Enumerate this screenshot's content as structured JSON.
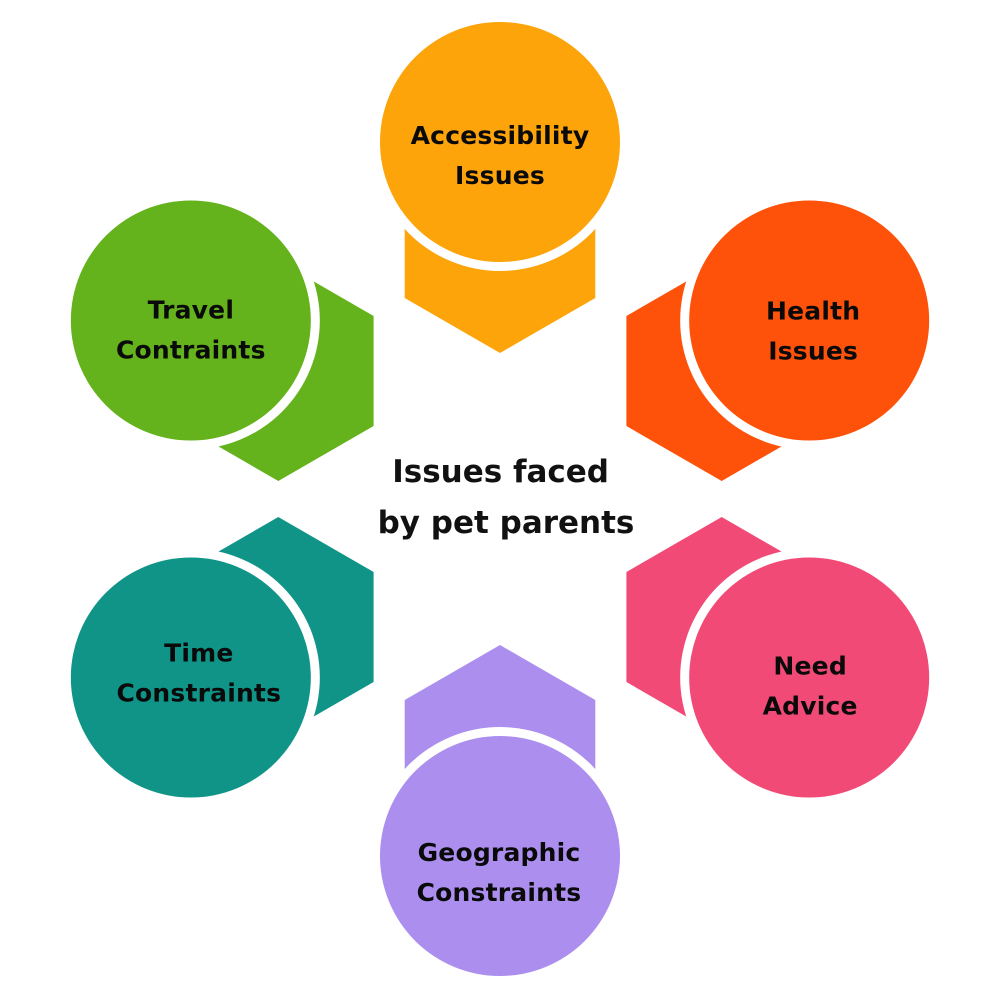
{
  "diagram": {
    "type": "radial-hub",
    "center_title": {
      "lines": [
        "Issues faced",
        "by pet parents"
      ]
    },
    "items": [
      {
        "id": "accessibility",
        "lines": [
          "Accessibility",
          "Issues"
        ],
        "color": "#FCA40A",
        "position": "top"
      },
      {
        "id": "health",
        "lines": [
          "Health",
          "Issues"
        ],
        "color": "#FE520A",
        "position": "top-right"
      },
      {
        "id": "advice",
        "lines": [
          "Need",
          "Advice"
        ],
        "color": "#F24A76",
        "position": "bottom-right"
      },
      {
        "id": "geographic",
        "lines": [
          "Geographic",
          "Constraints"
        ],
        "color": "#AB8EEE",
        "position": "bottom"
      },
      {
        "id": "time",
        "lines": [
          "Time",
          "Constraints"
        ],
        "color": "#109487",
        "position": "bottom-left"
      },
      {
        "id": "travel",
        "lines": [
          "Travel",
          "Contraints"
        ],
        "color": "#64B21C",
        "position": "top-left"
      }
    ]
  }
}
